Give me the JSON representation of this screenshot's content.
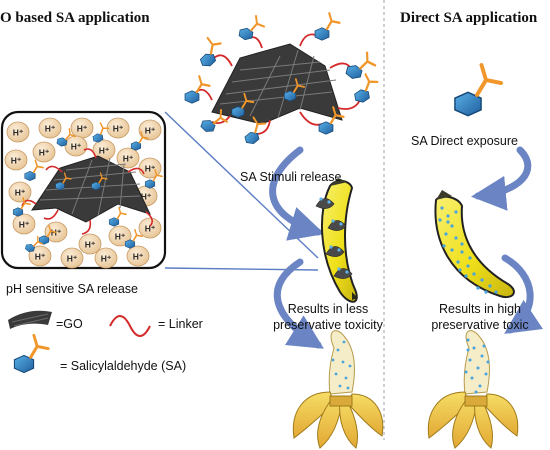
{
  "titles": {
    "left": "O based SA application",
    "right": "Direct SA application"
  },
  "inset": {
    "proton": "H⁺",
    "caption": "pH sensitive SA release"
  },
  "steps": {
    "stimuli_release": "SA Stimuli release",
    "result_less_line1": "Results in less",
    "result_less_line2": "preservative toxicity",
    "direct_exposure": "SA Direct exposure",
    "result_high_line1": "Results in high",
    "result_high_line2": "preservative toxic"
  },
  "legend": {
    "go": "=GO",
    "linker": "= Linker",
    "sa": "= Salicylaldehyde (SA)"
  },
  "colors": {
    "sa_blue": "#2f7fc0",
    "sa_orange": "#f0962a",
    "linker_red": "#d42a2a",
    "go_gray": "#3a3a3a",
    "proton_fill": "#f3d9b6",
    "banana_yellow": "#f2e21a",
    "peeled_yellow": "#f0c24a",
    "arrow_blue": "#6a84c4",
    "connector_blue": "#5b7dc4"
  }
}
